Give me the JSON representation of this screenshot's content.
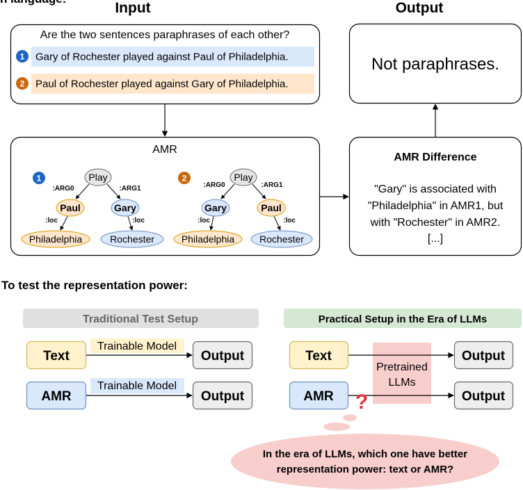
{
  "corner_label": "n language:",
  "input": {
    "heading": "Input",
    "question": "Are the two sentences paraphrases of each other?",
    "sentences": [
      {
        "number": "1",
        "text": "Gary of Rochester played against Paul of Philadelphia."
      },
      {
        "number": "2",
        "text": "Paul of Rochester played against Gary of Philadelphia."
      }
    ]
  },
  "output": {
    "heading": "Output",
    "text": "Not paraphrases."
  },
  "amr": {
    "title": "AMR",
    "graphs": [
      {
        "number": "1",
        "root": "Play",
        "left_edge": ":ARG0",
        "right_edge": ":ARG1",
        "left_node": "Paul",
        "right_node": "Gary",
        "left_loc_edge": ":loc",
        "right_loc_edge": ":loc",
        "left_loc": "Philadelphia",
        "right_loc": "Rochester"
      },
      {
        "number": "2",
        "root": "Play",
        "left_edge": ":ARG0",
        "right_edge": ":ARG1",
        "left_node": "Gary",
        "right_node": "Paul",
        "left_loc_edge": ":loc",
        "right_loc_edge": ":loc",
        "left_loc": "Philadelphia",
        "right_loc": "Rochester"
      }
    ]
  },
  "amr_difference": {
    "title": "AMR Difference",
    "lines": [
      "\"Gary\" is associated with",
      "\"Philadelphia\" in AMR1, but",
      "with \"Rochester\" in AMR2.",
      "[...]"
    ]
  },
  "representation_test": {
    "title": "To test the representation power:",
    "traditional": {
      "header": "Traditional Test Setup",
      "rows": [
        {
          "input": "Text",
          "model": "Trainable Model",
          "output": "Output"
        },
        {
          "input": "AMR",
          "model": "Trainable Model",
          "output": "Output"
        }
      ]
    },
    "practical": {
      "header": "Practical Setup in the Era of LLMs",
      "model_lines": [
        "Pretrained",
        "LLMs"
      ],
      "question_mark": "?",
      "rows": [
        {
          "input": "Text",
          "output": "Output"
        },
        {
          "input": "AMR",
          "output": "Output"
        }
      ]
    },
    "thought_bubble": {
      "lines": [
        "In the era of LLMs, which one have better",
        "representation power: text or AMR?"
      ]
    }
  },
  "colors": {
    "blue_fill": "#dae8fc",
    "blue_stroke": "#6c8ebf",
    "orange_fill": "#ffe6cc",
    "orange_stroke": "#d79b00",
    "yellow_fill": "#fff2cc",
    "yellow_stroke": "#d6b656",
    "gray_fill": "#eeeeee",
    "gray_stroke": "#666666",
    "header_gray_fill": "#e0e0e0",
    "header_gray_text": "#666666",
    "green_fill": "#d5e8d4",
    "pink_fill": "#f8cecc",
    "node_gray_fill": "#e6e6e6",
    "badge_blue": "#1f66c8",
    "badge_orange": "#c8690f",
    "question_red": "#e8323c"
  }
}
